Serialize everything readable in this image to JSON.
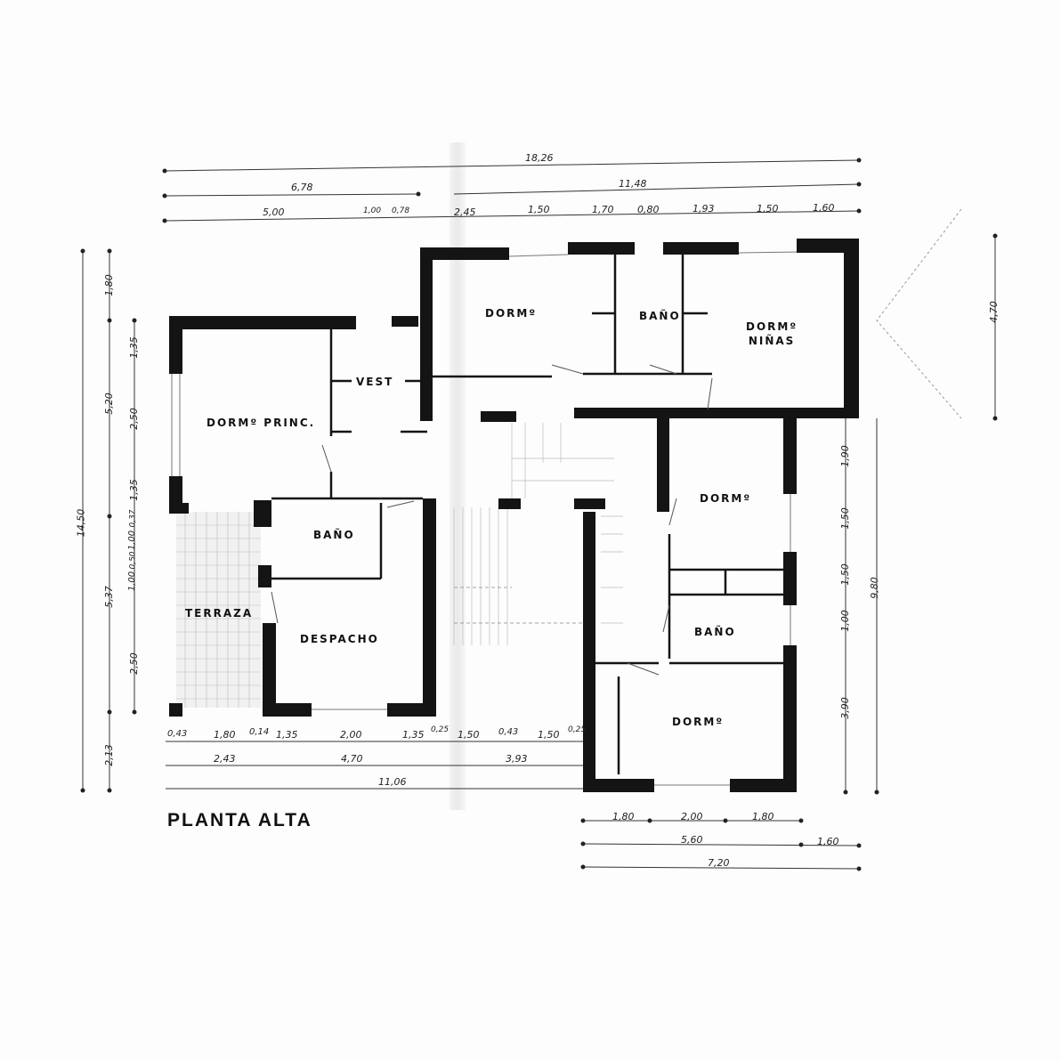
{
  "title": "PLANTA ALTA",
  "colors": {
    "wall": "#141414",
    "line": "#333333",
    "paper": "#fdfdfd"
  },
  "rooms": {
    "dorm_princ": "DORMº PRINC.",
    "vest": "VEST",
    "bano_1": "BAÑO",
    "terraza": "TERRAZA",
    "despacho": "DESPACHO",
    "dorm_1": "DORMº",
    "bano_2": "BAÑO",
    "dorm_ninas_1": "DORMº",
    "dorm_ninas_2": "NIÑAS",
    "dorm_2": "DORMº",
    "bano_3": "BAÑO",
    "dorm_3": "DORMº"
  },
  "dimensions": {
    "top": {
      "total": "18,26",
      "left_total": "6,78",
      "right_total": "11,48",
      "row3": [
        "5,00",
        "1,00",
        "0,78",
        "2,45",
        "1,50",
        "1,70",
        "0,80",
        "1,93",
        "1,50",
        "1,60"
      ]
    },
    "left": {
      "total": "14,50",
      "col2": [
        "1,80",
        "5,20",
        "5,37",
        "2,13"
      ],
      "col3": [
        "1,35",
        "2,50",
        "1,35",
        "0,37",
        "1,00",
        "0,50",
        "1,00",
        "2,50"
      ]
    },
    "bottom_left": {
      "row1": [
        "0,43",
        "1,80",
        "0,14",
        "1,35",
        "2,00",
        "1,35",
        "0,25",
        "1,50",
        "0,43",
        "1,50",
        "0,25"
      ],
      "row2": [
        "2,43",
        "4,70",
        "3,93"
      ],
      "row3": "11,06"
    },
    "right": {
      "col1": [
        "1,90",
        "1,50",
        "1,50",
        "1,00",
        "3,90"
      ],
      "total": "9,80",
      "roof": "4,70"
    },
    "bottom_right": {
      "row1": [
        "1,80",
        "2,00",
        "1,80"
      ],
      "row2": [
        "5,60",
        "1,60"
      ],
      "row3": "7,20"
    }
  }
}
